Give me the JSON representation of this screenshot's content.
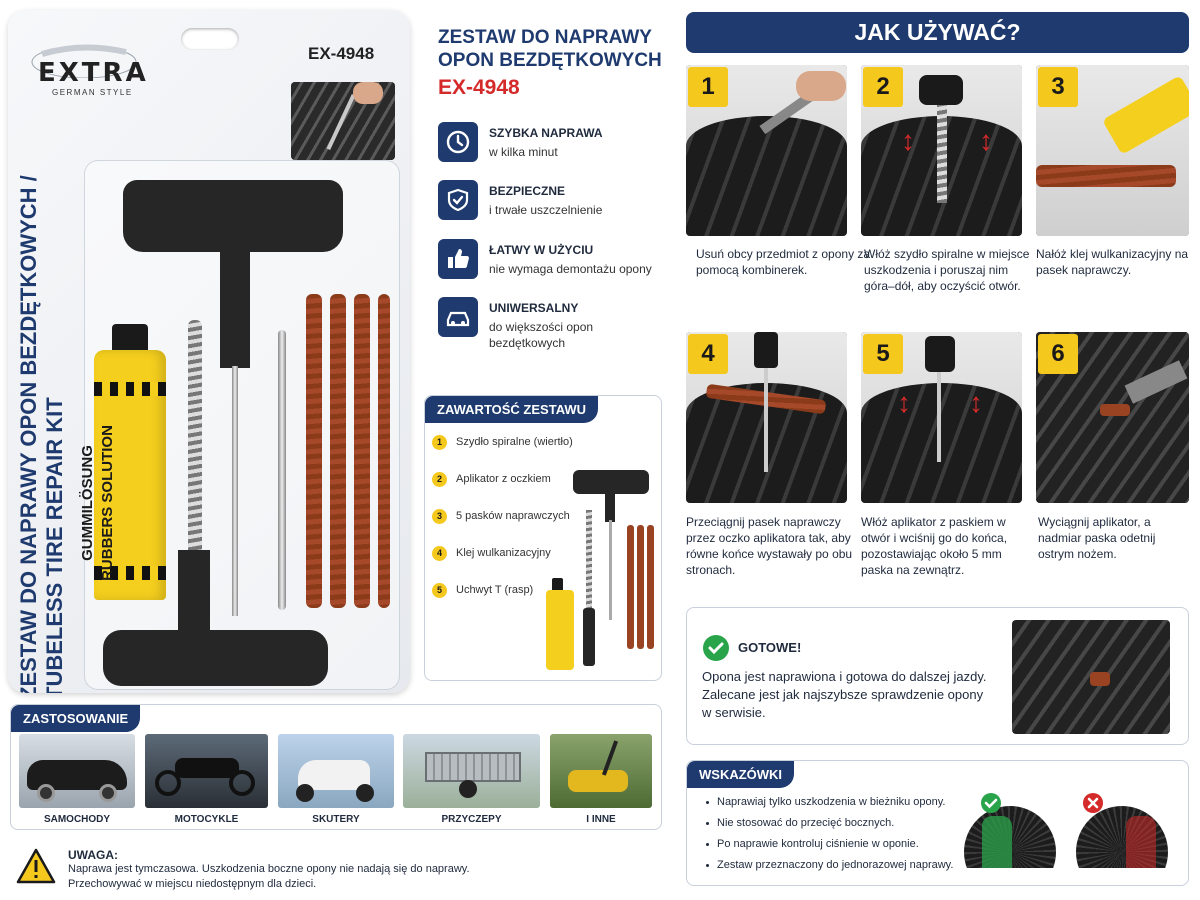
{
  "package": {
    "brand_name": "EXTRA",
    "brand_sub": "GERMAN STYLE",
    "model": "EX-4948",
    "vertical_title_line1": "ZESTAW DO NAPRAWY OPON BEZDĘTKOWYCH /",
    "vertical_title_line2": "TUBELESS TIRE REPAIR KIT",
    "tube_line1": "GUMMILÖSUNG",
    "tube_line2": "RUBBERS SOLUTION"
  },
  "product": {
    "title_line1": "ZESTAW DO NAPRAWY",
    "title_line2": "OPON BEZDĘTKOWYCH",
    "model": "EX-4948",
    "features": [
      {
        "icon": "clock-icon",
        "title": "SZYBKA NAPRAWA",
        "desc": "w kilka minut"
      },
      {
        "icon": "shield-check-icon",
        "title": "BEZPIECZNE",
        "desc": "i trwałe uszczelnienie"
      },
      {
        "icon": "thumbs-up-icon",
        "title": "ŁATWY W UŻYCIU",
        "desc": "nie wymaga demontażu opony"
      },
      {
        "icon": "car-icon",
        "title": "UNIWERSALNY",
        "desc": "do większości opon bezdętkowych"
      }
    ]
  },
  "contents": {
    "title": "ZAWARTOŚĆ ZESTAWU",
    "items": [
      {
        "num": "1",
        "label": "Szydło spiralne (wiertło)"
      },
      {
        "num": "2",
        "label": "Aplikator z oczkiem"
      },
      {
        "num": "3",
        "label": "5 pasków naprawczych"
      },
      {
        "num": "4",
        "label": "Klej wulkanizacyjny"
      },
      {
        "num": "5",
        "label": "Uchwyt T (rasp)"
      }
    ]
  },
  "applications": {
    "title": "ZASTOSOWANIE",
    "items": [
      "SAMOCHODY",
      "MOTOCYKLE",
      "SKUTERY",
      "PRZYCZEPY",
      "I INNE"
    ]
  },
  "warning": {
    "title": "UWAGA:",
    "line1": "Naprawa jest tymczasowa. Uszkodzenia boczne opony nie nadają się do naprawy.",
    "line2": "Przechowywać w miejscu niedostępnym dla dzieci."
  },
  "howto": {
    "title": "JAK UŻYWAĆ?",
    "steps": [
      {
        "num": "1",
        "text": "Usuń obcy przedmiot z opony za pomocą kombinerek."
      },
      {
        "num": "2",
        "text": "Włóż szydło spiralne w miejsce uszkodzenia i poruszaj nim góra–dół, aby oczyścić otwór."
      },
      {
        "num": "3",
        "text": "Nałóż klej wulkanizacyjny na pasek naprawczy."
      },
      {
        "num": "4",
        "text": "Przeciągnij pasek naprawczy przez oczko aplikatora tak, aby równe końce wystawały po obu stronach."
      },
      {
        "num": "5",
        "text": "Włóż aplikator z paskiem w otwór i wciśnij go do końca, pozostawiając około 5 mm paska na zewnątrz."
      },
      {
        "num": "6",
        "text": "Wyciągnij aplikator, a nadmiar paska odetnij ostrym nożem."
      }
    ]
  },
  "done": {
    "title": "GOTOWE!",
    "line1": "Opona jest naprawiona i gotowa do dalszej jazdy.",
    "line2": "Zalecane jest jak najszybsze sprawdzenie opony",
    "line3": "w serwisie."
  },
  "tips": {
    "title": "WSKAZÓWKI",
    "items": [
      "Naprawiaj tylko uszkodzenia w bieżniku opony.",
      "Nie stosować do przecięć bocznych.",
      "Po naprawie kontroluj ciśnienie w oponie.",
      "Zestaw przeznaczony do jednorazowej naprawy."
    ]
  },
  "colors": {
    "navy": "#1e3a6e",
    "red": "#d42a2a",
    "yellow": "#f5c81e",
    "green": "#2aa44a"
  }
}
